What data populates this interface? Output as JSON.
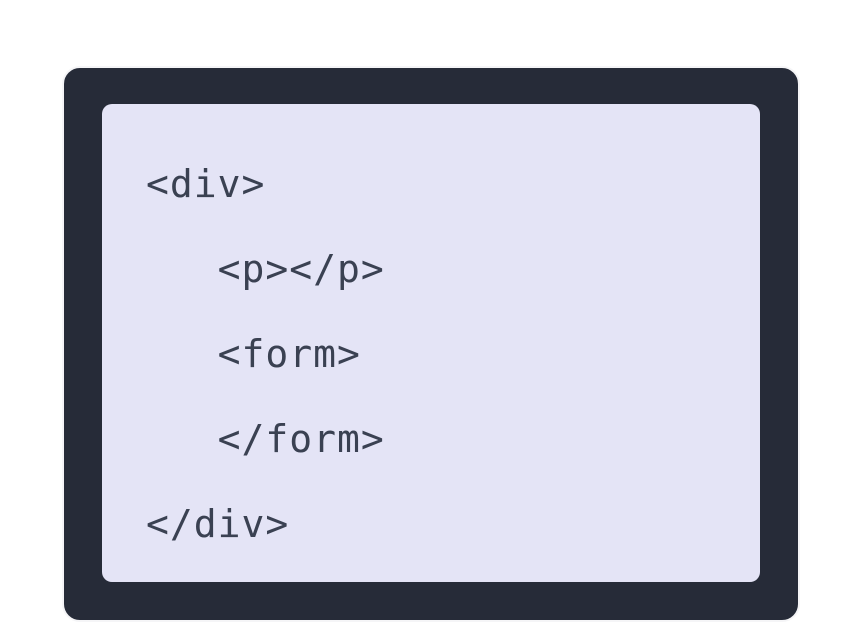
{
  "code_card": {
    "lines": [
      "<div>",
      "   <p></p>",
      "   <form>",
      "   </form>",
      "</div>"
    ]
  },
  "colors": {
    "page_background": "#ffffff",
    "card_background": "#262b38",
    "card_border": "#f5f5f7",
    "panel_background": "#e4e4f6",
    "code_text": "#3a4152"
  }
}
